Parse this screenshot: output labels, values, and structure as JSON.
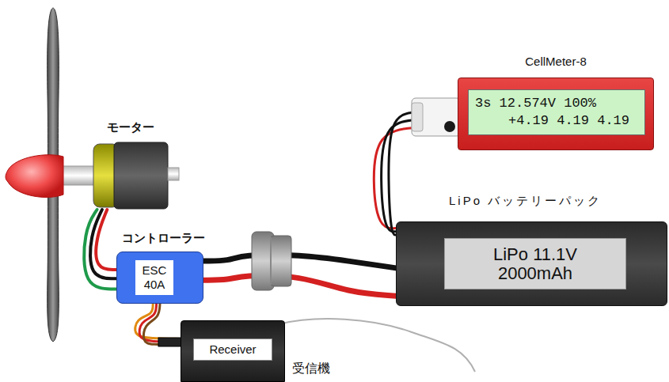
{
  "diagram": {
    "nodes": [
      {
        "text": [
          "モーター"
        ]
      },
      {
        "text": [
          "コントローラー",
          "ESC 40A"
        ]
      },
      {
        "text": [
          "LiPo バッテリーパック"
        ]
      },
      {
        "text": [
          "LiPo 11.1V 2000mAh"
        ],
        "in": 2
      },
      {
        "text": [
          "CellMeter-8"
        ]
      },
      {
        "text": [
          "3s 12.574V 100%",
          "+4.19 4.19 4.19"
        ],
        "in": 4
      },
      {
        "text": [
          "Receiver",
          "受信機"
        ]
      }
    ],
    "edges": [
      {
        "from": 1,
        "to": 0,
        "arrow": "none"
      },
      {
        "from": 1,
        "to": 2,
        "arrow": "none"
      },
      {
        "from": 2,
        "to": 4,
        "arrow": "none"
      },
      {
        "from": 1,
        "to": 6,
        "arrow": "none"
      }
    ]
  }
}
